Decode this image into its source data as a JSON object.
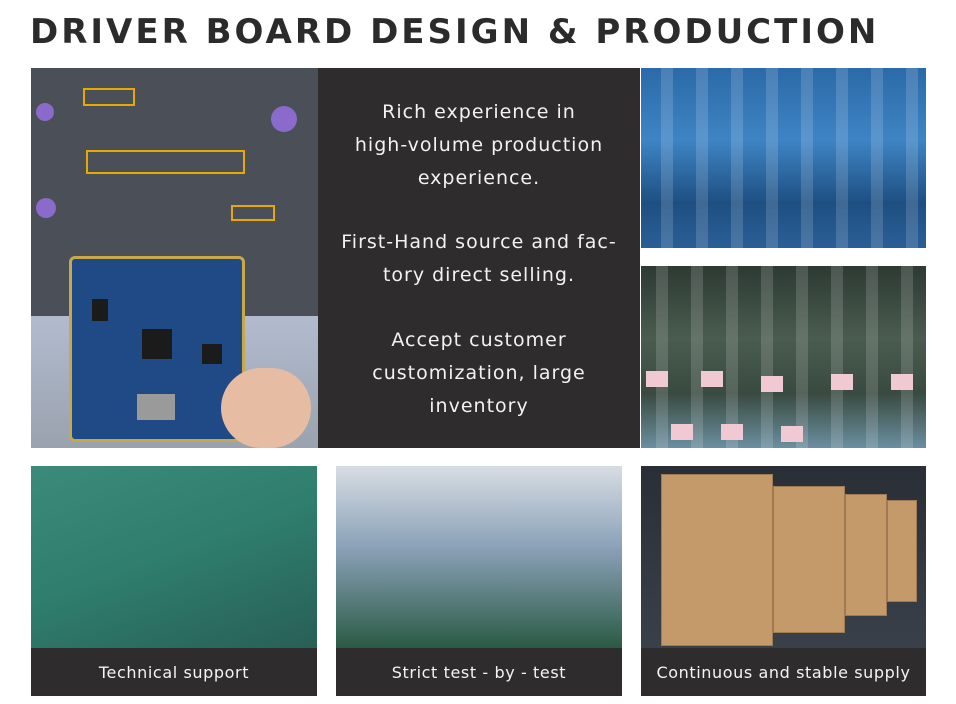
{
  "header": {
    "title": "DRIVER BOARD DESIGN & PRODUCTION"
  },
  "features": [
    {
      "lines": [
        "Rich experience in",
        "high-volume production",
        "experience."
      ]
    },
    {
      "lines": [
        "First-Hand source and fac-",
        "tory direct selling."
      ]
    },
    {
      "lines": [
        "Accept customer",
        "customization, large",
        "inventory"
      ]
    }
  ],
  "captions": {
    "technical": "Technical support",
    "test": "Strict test - by - test",
    "supply": "Continuous and stable supply"
  }
}
